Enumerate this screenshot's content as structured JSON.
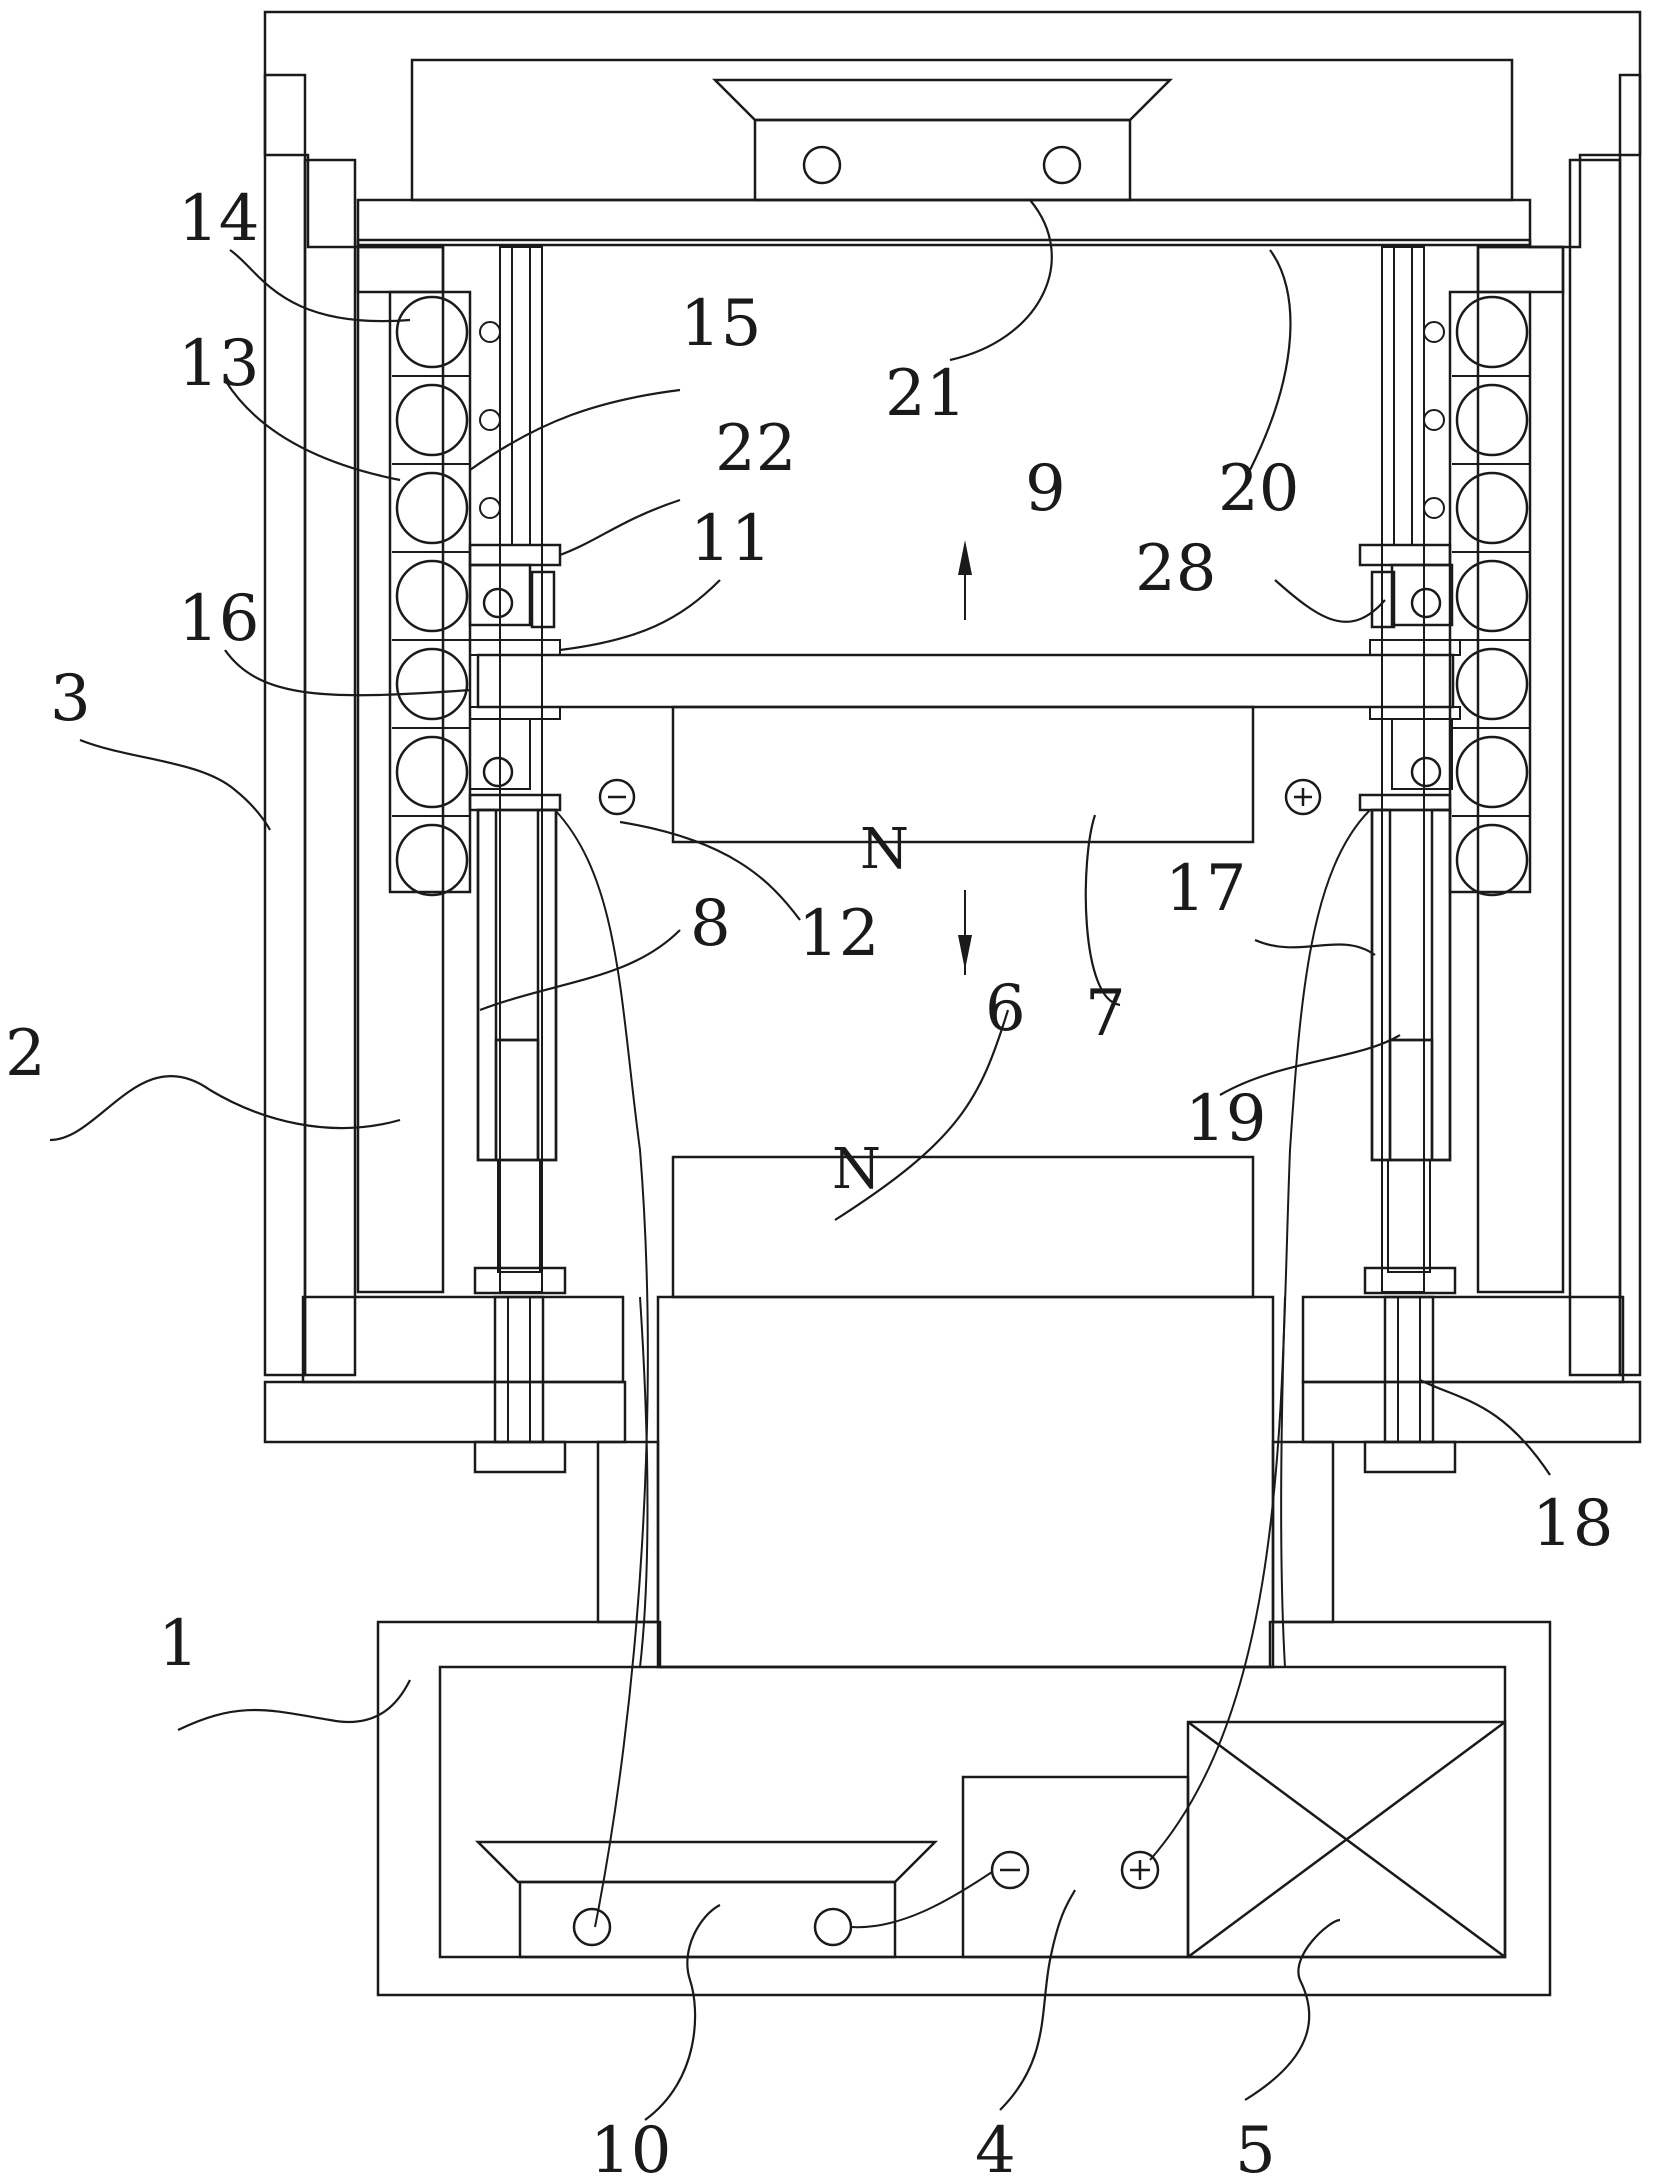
{
  "figure": {
    "part_numbers": [
      "1",
      "2",
      "3",
      "4",
      "5",
      "6",
      "7",
      "8",
      "9",
      "10",
      "11",
      "12",
      "13",
      "14",
      "15",
      "16",
      "17",
      "18",
      "19",
      "20",
      "21",
      "22",
      "28"
    ],
    "upper_magnet_pole": "N",
    "lower_magnet_pole": "N",
    "terminal_negative": "⊖",
    "terminal_positive": "⊕"
  }
}
